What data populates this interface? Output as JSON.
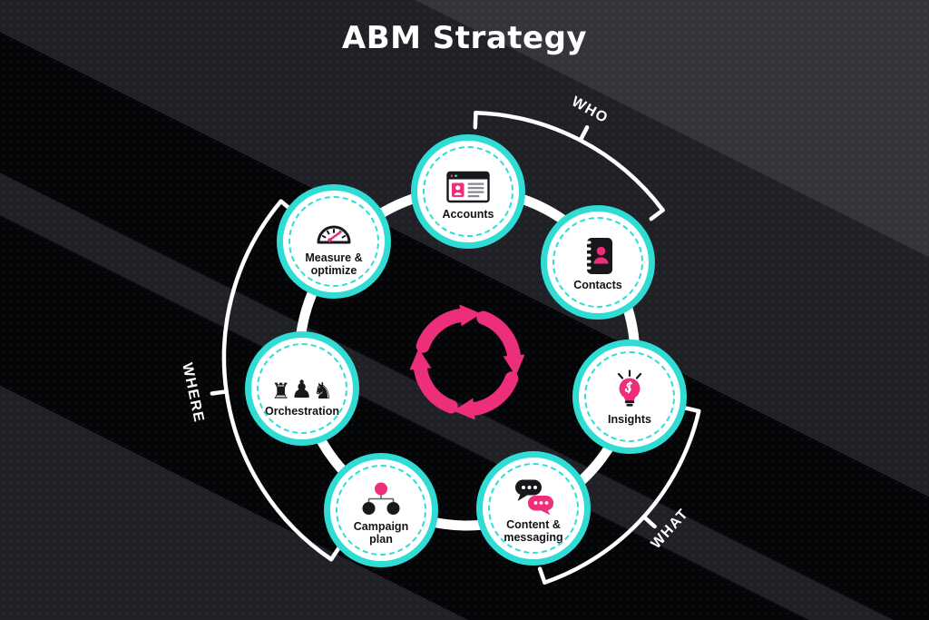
{
  "title": "ABM Strategy",
  "colors": {
    "pink": "#ED2E7B",
    "teal": "#30DCD4",
    "bg_dark": "#1F2126",
    "bg_black": "#050608",
    "bg_light": "#33353A"
  },
  "groups": {
    "who": "WHO",
    "what": "WHAT",
    "where": "WHERE"
  },
  "center": {
    "icon": "cycle-arrows"
  },
  "chess_glyphs": {
    "rook": "♜",
    "pawn": "♟",
    "knight": "♞"
  },
  "nodes": [
    {
      "id": "accounts",
      "label": "Accounts",
      "icon": "browser-account-card"
    },
    {
      "id": "contacts",
      "label": "Contacts",
      "icon": "address-book"
    },
    {
      "id": "insights",
      "label": "Insights",
      "icon": "lightbulb"
    },
    {
      "id": "content-messaging",
      "label": "Content &\nmessaging",
      "icon": "speech-bubbles"
    },
    {
      "id": "campaign-plan",
      "label": "Campaign\nplan",
      "icon": "org-chart"
    },
    {
      "id": "orchestration",
      "label": "Orchestration",
      "icon": "chess-pieces"
    },
    {
      "id": "measure-optimize",
      "label": "Measure &\noptimize",
      "icon": "gauge"
    }
  ]
}
